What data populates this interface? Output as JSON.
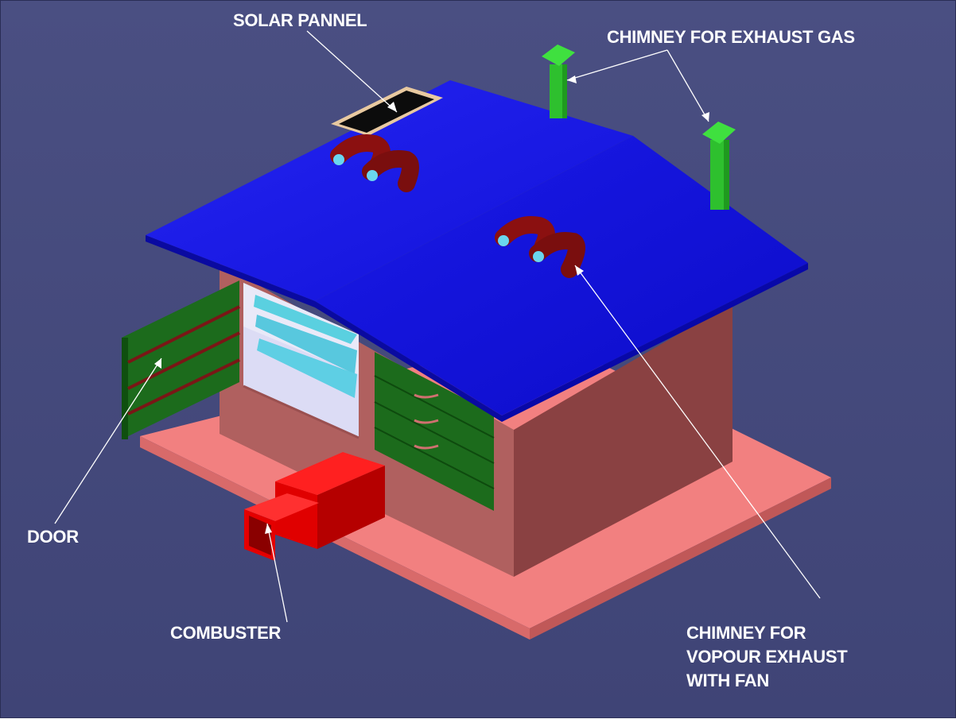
{
  "labels": {
    "solar_panel": "SOLAR PANNEL",
    "chimney_exhaust_gas": "CHIMNEY  FOR EXHAUST GAS",
    "door": "DOOR",
    "combuster": "COMBUSTER",
    "chimney_vapour": [
      "CHIMNEY  FOR",
      "VOPOUR EXHAUST",
      "WITH FAN"
    ]
  },
  "colors": {
    "background": "#444979",
    "roof": "#1a1ae6",
    "walls": "#a85a5a",
    "base": "#f08080",
    "doors": "#1c6b1c",
    "combuster": "#e00000",
    "chimney_exhaust": "#2ec02e",
    "vapour_chimney": "#8b1010",
    "solar_panel": "#111111"
  },
  "icons": {
    "solar_panel": "solar-panel-icon",
    "chimney": "chimney-icon",
    "fan_duct": "vapour-duct-icon"
  }
}
